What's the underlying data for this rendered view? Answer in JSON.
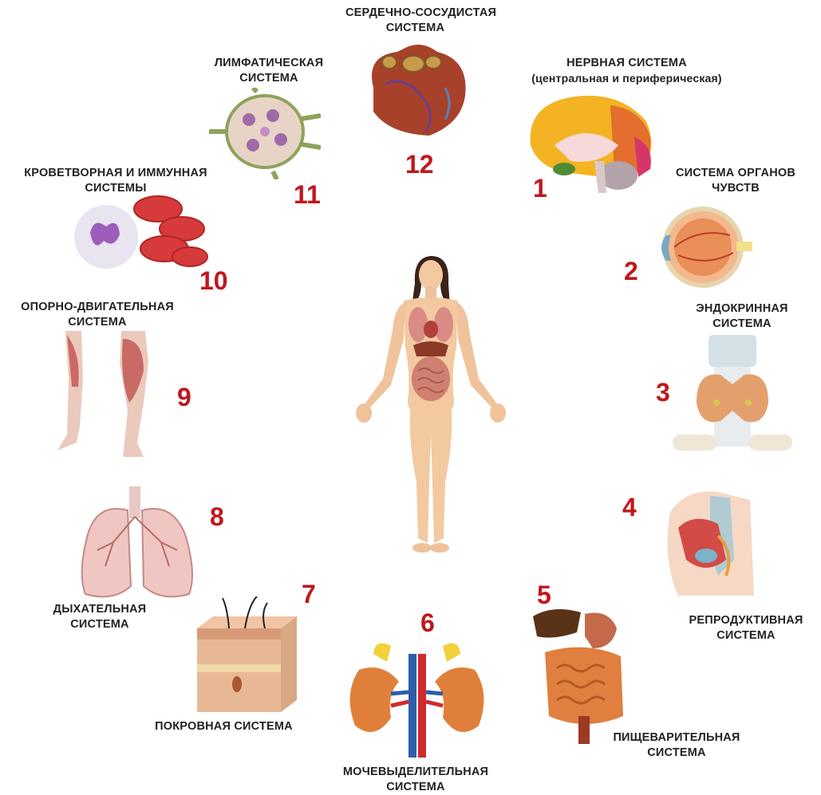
{
  "colors": {
    "number": "#c0171c",
    "label": "#222222"
  },
  "systems": [
    {
      "num": "1",
      "label": "НЕРВНАЯ СИСТЕМА",
      "sublabel": "(центральная и периферическая)",
      "icon": "brain-icon"
    },
    {
      "num": "2",
      "label": "СИСТЕМА ОРГАНОВ\nЧУВСТВ",
      "icon": "eye-icon"
    },
    {
      "num": "3",
      "label": "ЭНДОКРИННАЯ\nСИСТЕМА",
      "icon": "thyroid-icon"
    },
    {
      "num": "4",
      "label": "РЕПРОДУКТИВНАЯ\nСИСТЕМА",
      "icon": "pelvis-icon"
    },
    {
      "num": "5",
      "label": "ПИЩЕВАРИТЕЛЬНАЯ\nСИСТЕМА",
      "icon": "digestive-icon"
    },
    {
      "num": "6",
      "label": "МОЧЕВЫДЕЛИТЕЛЬНАЯ\nСИСТЕМА",
      "icon": "kidneys-icon"
    },
    {
      "num": "7",
      "label": "ПОКРОВНАЯ СИСТЕМА",
      "icon": "skin-icon"
    },
    {
      "num": "8",
      "label": "ДЫХАТЕЛЬНАЯ\nСИСТЕМА",
      "icon": "lungs-icon"
    },
    {
      "num": "9",
      "label": "ОПОРНО-ДВИГАТЕЛЬНАЯ\nСИСТЕМА",
      "icon": "legs-icon"
    },
    {
      "num": "10",
      "label": "КРОВЕТВОРНАЯ И ИММУННАЯ\nСИСТЕМЫ",
      "icon": "blood-cells-icon"
    },
    {
      "num": "11",
      "label": "ЛИМФАТИЧЕСКАЯ\nСИСТЕМА",
      "icon": "lymph-node-icon"
    },
    {
      "num": "12",
      "label": "СЕРДЕЧНО-СОСУДИСТАЯ\nСИСТЕМА",
      "icon": "heart-icon"
    }
  ]
}
